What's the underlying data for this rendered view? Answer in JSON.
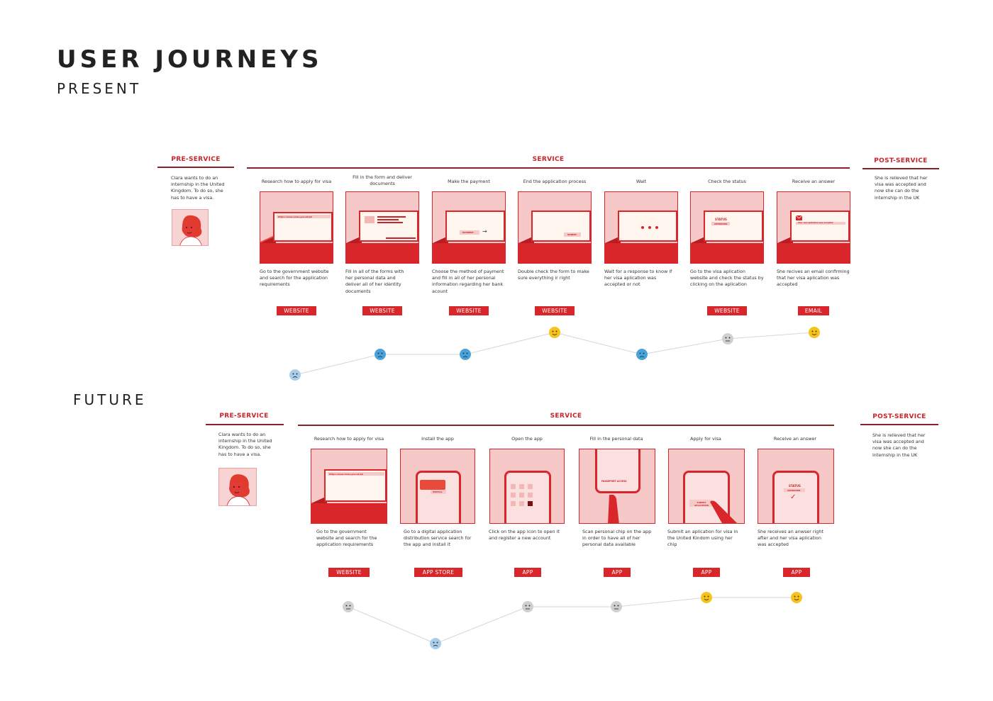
{
  "title": "USER JOURNEYS",
  "present": {
    "heading": "PRESENT",
    "pre_service": {
      "label": "PRE-SERVICE",
      "text": "Clara wants to do an internship in the United Kingdom. To do so, she has to have a visa."
    },
    "service_label": "SERVICE",
    "post_service": {
      "label": "POST-SERVICE",
      "text": "She is relieved that her visa was accepted and now she can do the internship in the UK"
    },
    "steps": [
      {
        "title": "Research how to apply for visa",
        "desc": "Go to the government website and search for the application requirements",
        "tag": "WEBSITE",
        "screen_text": "https://www.visas.gov.uk/pt/"
      },
      {
        "title": "Fill in the form and deliver documents",
        "desc": "Fill in all of the forms with her personal data and deliver all of her identity documents",
        "tag": "WEBSITE"
      },
      {
        "title": "Make the payment",
        "desc": "Choose the method of payment and fill in all of her personal information regarding her bank acount",
        "tag": "WEBSITE",
        "screen_text": "PAYMENT"
      },
      {
        "title": "End the application process",
        "desc": "Double check the form to make sure everything ir right",
        "tag": "WEBSITE",
        "screen_text": "SUBMIT"
      },
      {
        "title": "Wait",
        "desc": "Wait for a response to know if her visa aplication was accepted or not",
        "tag": ""
      },
      {
        "title": "Check the status",
        "desc": "Go to the visa aplication website and check the status by clicking on the aplication",
        "tag": "WEBSITE",
        "screen_text": "STATUS",
        "screen_badge": "APPROVED"
      },
      {
        "title": "Receive an answer",
        "desc": "She recives an email confirming that her visa aplication was accepted",
        "tag": "EMAIL",
        "screen_text": "Your visa aplication was accepted"
      }
    ]
  },
  "future": {
    "heading": "FUTURE",
    "pre_service": {
      "label": "PRE-SERVICE",
      "text": "Clara wants to do an internship in the United Kingdom. To do so, she has to have a visa."
    },
    "service_label": "SERVICE",
    "post_service": {
      "label": "POST-SERVICE",
      "text": "She is relieved that her visa was accepted and now she can do the internship in the UK"
    },
    "steps": [
      {
        "title": "Research how to apply for visa",
        "desc": "Go to the government website and search for the application requirements",
        "tag": "WEBSITE",
        "screen_text": "https://www.visas.gov.uk/pt/"
      },
      {
        "title": "Install the app",
        "desc": "Go to a digital application distribution service search for the app and install it",
        "tag": "APP STORE",
        "screen_text": "INSTALL"
      },
      {
        "title": "Open the app",
        "desc": "Click on the app icon to open it and register a new account",
        "tag": "APP"
      },
      {
        "title": "Fill in the personal data",
        "desc": "Scan personal chip on the app in order to have all of her personal data available",
        "tag": "APP",
        "screen_text": "PASSEPORT ACCESS"
      },
      {
        "title": "Apply for visa",
        "desc": "Submit an aplication for visa in the United Kindom using her chip",
        "tag": "APP",
        "screen_text": "SUBMIT APLICATION"
      },
      {
        "title": "Receive an answer",
        "desc": "She receives an anwser right after and her visa aplication was accepted",
        "tag": "APP",
        "screen_text": "STATUS",
        "screen_badge": "APPROVED"
      }
    ]
  },
  "emotion_icons": {
    "happy": "happy-face-icon",
    "sad": "sad-face-icon",
    "neutral": "neutral-face-icon",
    "worried": "worried-face-icon"
  },
  "colors": {
    "accent": "#d9262a",
    "card_bg": "#f7c8c8",
    "dark_line": "#8b2026",
    "happy": "#f6c21c",
    "sad": "#4aa3d8",
    "neutral": "#d0d0d0",
    "worried": "#a9cde8"
  }
}
